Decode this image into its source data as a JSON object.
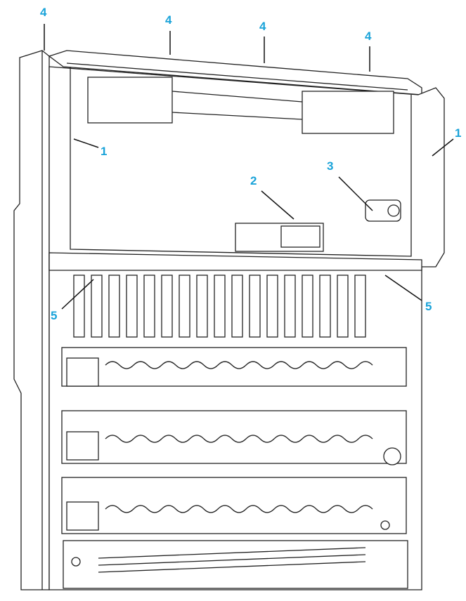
{
  "diagram": {
    "callouts": [
      {
        "id": "c4a",
        "label": "4"
      },
      {
        "id": "c4b",
        "label": "4"
      },
      {
        "id": "c4c",
        "label": "4"
      },
      {
        "id": "c4d",
        "label": "4"
      },
      {
        "id": "c1a",
        "label": "1"
      },
      {
        "id": "c1b",
        "label": "1"
      },
      {
        "id": "c2",
        "label": "2"
      },
      {
        "id": "c3",
        "label": "3"
      },
      {
        "id": "c5a",
        "label": "5"
      },
      {
        "id": "c5b",
        "label": "5"
      }
    ],
    "callout_color": "#1aa3d9"
  }
}
